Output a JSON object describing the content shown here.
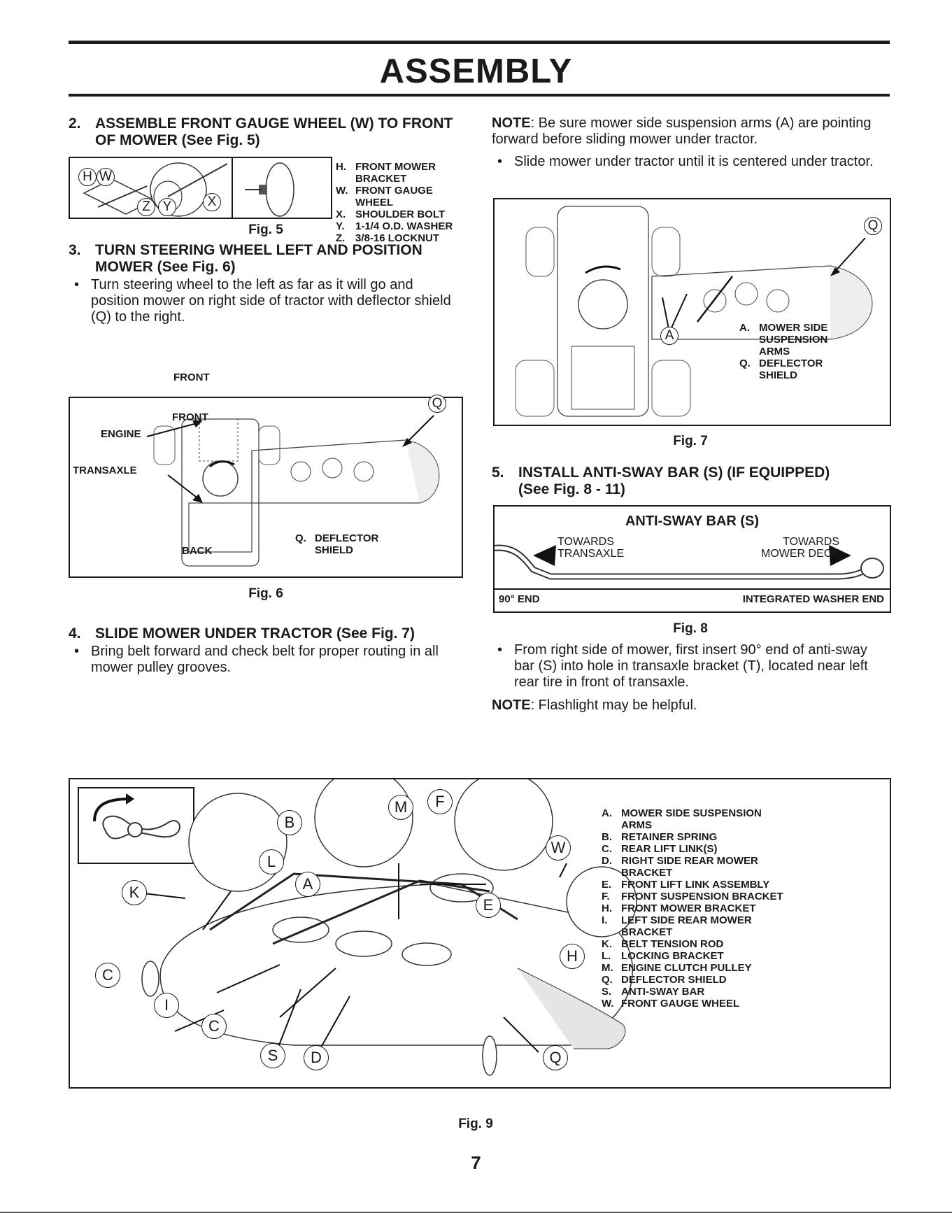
{
  "page": {
    "title": "ASSEMBLY",
    "page_number": "7"
  },
  "step2": {
    "number": "2.",
    "heading_line1": "ASSEMBLE FRONT GAUGE WHEEL (W) TO FRONT",
    "heading_line2": "OF MOWER (See Fig. 5)"
  },
  "fig5": {
    "caption": "Fig. 5",
    "callouts": [
      "H",
      "W",
      "X",
      "Z",
      "Y"
    ],
    "legend": [
      {
        "key": "H.",
        "text": "FRONT MOWER BRACKET"
      },
      {
        "key": "W.",
        "text": "FRONT GAUGE WHEEL"
      },
      {
        "key": "X.",
        "text": "SHOULDER BOLT"
      },
      {
        "key": "Y.",
        "text": "1-1/4 O.D. WASHER"
      },
      {
        "key": "Z.",
        "text": "3/8-16 LOCKNUT"
      }
    ]
  },
  "step3": {
    "number": "3.",
    "heading_line1": "TURN STEERING WHEEL LEFT AND POSITION",
    "heading_line2": "MOWER (See Fig. 6)",
    "bullet": "Turn steering wheel to the left as far as it will go and position mower on right side of tractor with deflector shield (Q) to the right."
  },
  "fig6": {
    "caption": "Fig. 6",
    "front": "FRONT",
    "back": "BACK",
    "engine": "ENGINE",
    "transaxle": "TRANSAXLE",
    "callout": "Q",
    "legend_key": "Q.",
    "legend_line1": "DEFLECTOR",
    "legend_line2": "SHIELD"
  },
  "step4": {
    "number": "4.",
    "heading": "SLIDE MOWER UNDER TRACTOR (See Fig. 7)",
    "bullet": "Bring belt forward and check belt for proper routing in all mower pulley grooves."
  },
  "note1": {
    "label": "NOTE",
    "text": ": Be sure mower side suspension arms (A) are pointing forward before sliding mower under tractor."
  },
  "bullet_slide": "Slide mower under tractor until it is centered under tractor.",
  "fig7": {
    "caption": "Fig. 7",
    "callout_q": "Q",
    "callout_a": "A",
    "legend": [
      {
        "key": "A.",
        "line1": "MOWER SIDE",
        "line2": "SUSPENSION",
        "line3": "ARMS"
      },
      {
        "key": "Q.",
        "line1": "DEFLECTOR",
        "line2": "SHIELD"
      }
    ]
  },
  "step5": {
    "number": "5.",
    "heading_line1": "INSTALL ANTI-SWAY BAR (S) (IF EQUIPPED)",
    "heading_line2": "(See Fig. 8 - 11)"
  },
  "fig8": {
    "caption": "Fig. 8",
    "title": "ANTI-SWAY BAR (S)",
    "towards_left_1": "TOWARDS",
    "towards_left_2": "TRANSAXLE",
    "towards_right_1": "TOWARDS",
    "towards_right_2": "MOWER DECK",
    "end_left": "90° END",
    "end_right": "INTEGRATED WASHER END"
  },
  "bullet_antisway": "From right side of mower, first insert 90° end of anti-sway bar (S) into hole in transaxle bracket (T), located near left rear tire in front of transaxle.",
  "note2": {
    "label": "NOTE",
    "text": ": Flashlight may be helpful."
  },
  "fig9": {
    "caption": "Fig. 9",
    "callouts": [
      "B",
      "M",
      "F",
      "W",
      "L",
      "A",
      "K",
      "E",
      "C",
      "H",
      "I",
      "C",
      "S",
      "D",
      "Q"
    ],
    "legend": [
      {
        "key": "A.",
        "line1": "MOWER SIDE SUSPENSION",
        "line2": "ARMS"
      },
      {
        "key": "B.",
        "line1": "RETAINER SPRING"
      },
      {
        "key": "C.",
        "line1": "REAR LIFT LINK(S)"
      },
      {
        "key": "D.",
        "line1": "RIGHT SIDE REAR MOWER",
        "line2": "BRACKET"
      },
      {
        "key": "E.",
        "line1": "FRONT LIFT LINK ASSEMBLY"
      },
      {
        "key": "F.",
        "line1": "FRONT SUSPENSION BRACKET"
      },
      {
        "key": "H.",
        "line1": "FRONT MOWER BRACKET"
      },
      {
        "key": "I.",
        "line1": "LEFT SIDE REAR MOWER",
        "line2": "BRACKET"
      },
      {
        "key": "K.",
        "line1": "BELT TENSION ROD"
      },
      {
        "key": "L.",
        "line1": "LOCKING BRACKET"
      },
      {
        "key": "M.",
        "line1": "ENGINE CLUTCH PULLEY"
      },
      {
        "key": "Q.",
        "line1": "DEFLECTOR SHIELD"
      },
      {
        "key": "S.",
        "line1": "ANTI-SWAY BAR"
      },
      {
        "key": "W.",
        "line1": "FRONT GAUGE WHEEL"
      }
    ]
  }
}
